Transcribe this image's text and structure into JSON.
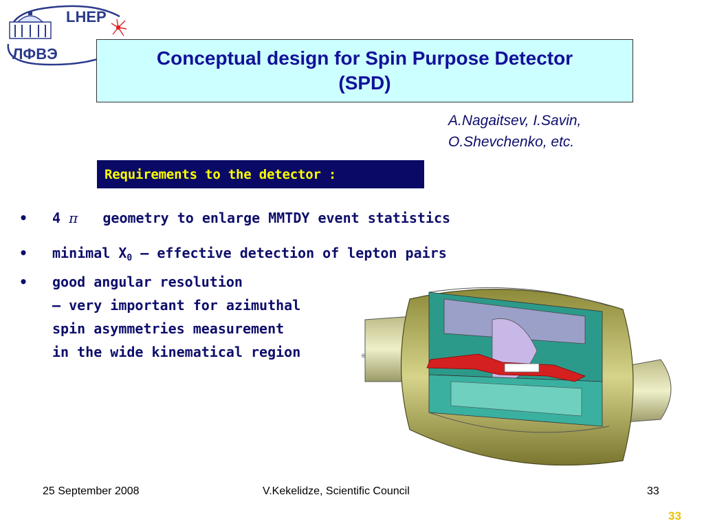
{
  "logo": {
    "top_text": "LHEP",
    "bottom_text": "ЛФВЭ"
  },
  "title": {
    "line1": "Conceptual design for Spin Purpose Detector",
    "line2": "(SPD)"
  },
  "authors": {
    "line1": "A.Nagaitsev, I.Savin,",
    "line2": "O.Shevchenko, etc."
  },
  "requirements_heading": "Requirements to the detector :",
  "bullets": {
    "b1": {
      "marker": "•",
      "prefix": "4",
      "symbol": "π",
      "text": "geometry to enlarge MMTDY event statistics"
    },
    "b2": {
      "marker": "•",
      "text_a": "minimal X",
      "sub": "0",
      "text_b": " – effective detection of lepton pairs"
    },
    "b3": {
      "marker": "•",
      "line1": "good angular resolution",
      "line2": "– very important for azimuthal",
      "line3": "spin asymmetries  measurement",
      "line4": "in the wide kinematical region"
    }
  },
  "footer": {
    "date": "25 September 2008",
    "author": "V.Kekelidze, Scientific Council",
    "slide_number": "33"
  },
  "page_corner_number": "33",
  "colors": {
    "title_bg": "#ccffff",
    "title_text": "#111199",
    "heading_bg": "#0a0a66",
    "heading_text": "#ffff00",
    "body_text": "#0d0d6b",
    "corner_number": "#e8c000"
  }
}
